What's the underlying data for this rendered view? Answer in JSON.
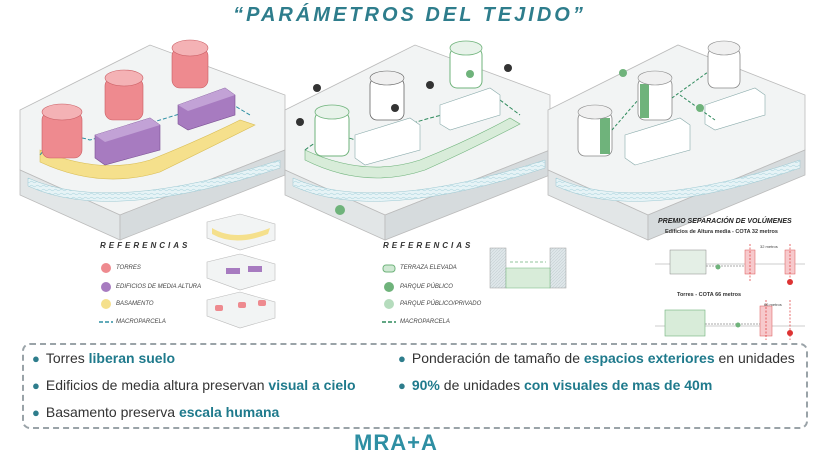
{
  "title": "“PARÁMETROS DEL TEJIDO”",
  "panel1": {
    "refs_title": "REFERENCIAS",
    "items": [
      "TORRES",
      "EDIFICIOS DE MEDIA ALTURA",
      "BASAMENTO",
      "MACROPARCELA"
    ],
    "colors": {
      "torres": "#ee8a8f",
      "media": "#a77bc0",
      "basamento": "#f5e08c",
      "macro": "#2e8fa3"
    }
  },
  "panel2": {
    "refs_title": "REFERENCIAS",
    "items": [
      "TERRAZA ELEVADA",
      "PARQUE PÚBLICO",
      "PARQUE PÚBLICO/PRIVADO",
      "MACROPARCELA"
    ]
  },
  "panel3": {
    "premio_title": "PREMIO SEPARACIÓN DE VOLÚMENES",
    "sub1": "Edificios de Altura media - COTA 32 metros",
    "sub2": "Torres - COTA 66 metros",
    "dim1": "32 metros",
    "dim2": "66 metros"
  },
  "bullets": {
    "b1_pre": "Torres ",
    "b1_hl": "liberan suelo",
    "b2_pre": "Edificios de media altura preservan ",
    "b2_hl": "visual a cielo",
    "b3_pre": "Basamento preserva ",
    "b3_hl": "escala humana",
    "b4_pre": "Ponderación de tamaño de ",
    "b4_hl": "espacios exteriores",
    "b4_post": " en unidades",
    "b5_hl1": "90%",
    "b5_mid": " de unidades ",
    "b5_hl2": "con visuales de mas de 40m"
  },
  "logo": "MRA+A"
}
